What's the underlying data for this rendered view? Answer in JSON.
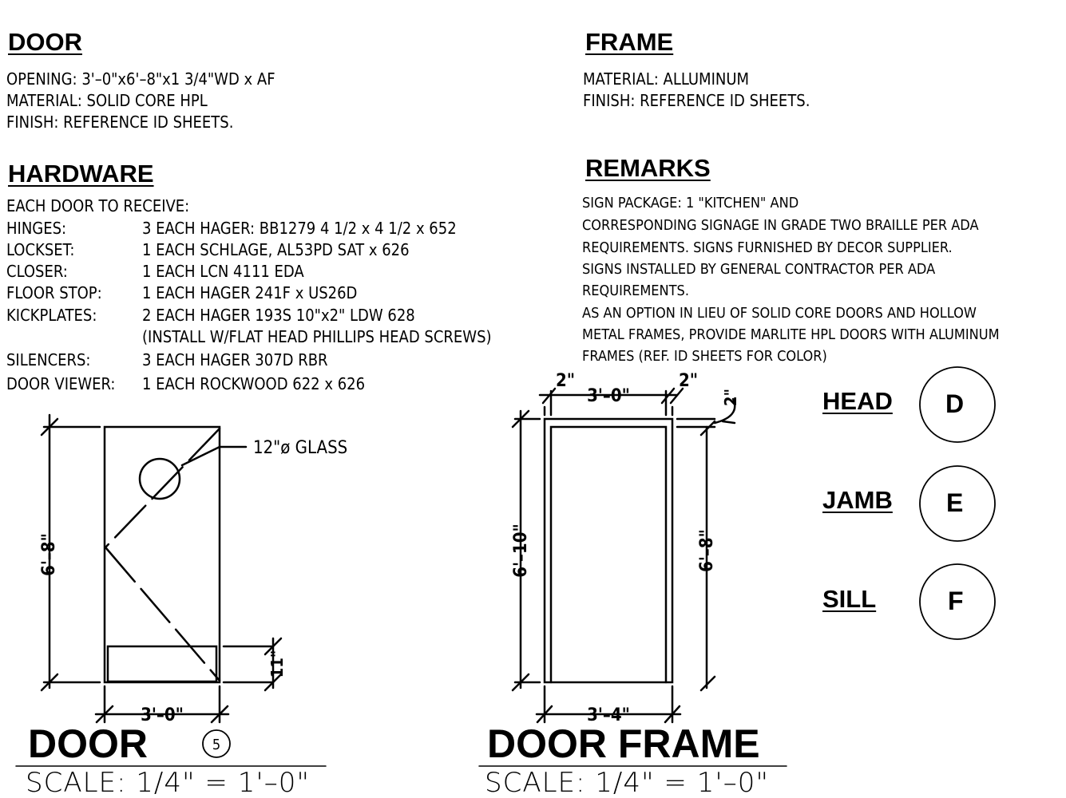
{
  "door": {
    "heading": "DOOR",
    "lines": [
      "OPENING:  3'–0\"x6'–8\"x1 3/4\"WD x AF",
      "MATERIAL: SOLID CORE HPL",
      "FINISH: REFERENCE ID SHEETS."
    ]
  },
  "frame": {
    "heading": "FRAME",
    "lines": [
      "MATERIAL: ALLUMINUM",
      "FINISH: REFERENCE ID SHEETS."
    ]
  },
  "hardware": {
    "heading": "HARDWARE",
    "intro": "EACH DOOR TO RECEIVE:",
    "items": [
      {
        "label": "HINGES:",
        "value": "3 EACH HAGER: BB1279 4 1/2 x 4 1/2 x 652"
      },
      {
        "label": "LOCKSET:",
        "value": "1 EACH SCHLAGE, AL53PD SAT x 626"
      },
      {
        "label": "CLOSER:",
        "value": "1 EACH LCN 4111 EDA"
      },
      {
        "label": "FLOOR STOP:",
        "value": "1 EACH HAGER 241F x US26D"
      },
      {
        "label": "KICKPLATES:",
        "value": "2 EACH HAGER 193S 10\"x2\" LDW 628"
      },
      {
        "label": "",
        "value": "(INSTALL W/FLAT HEAD PHILLIPS HEAD SCREWS)"
      },
      {
        "label": "SILENCERS:",
        "value": "3 EACH HAGER 307D RBR"
      },
      {
        "label": "DOOR VIEWER:",
        "value": "1 EACH ROCKWOOD 622 x 626"
      }
    ]
  },
  "remarks": {
    "heading": "REMARKS",
    "lines": [
      "SIGN PACKAGE: 1 \"KITCHEN\" AND",
      "CORRESPONDING SIGNAGE IN GRADE TWO BRAILLE PER ADA",
      "REQUIREMENTS.  SIGNS FURNISHED BY DECOR SUPPLIER.",
      "SIGNS INSTALLED BY GENERAL CONTRACTOR PER ADA",
      "REQUIREMENTS.",
      "AS AN OPTION IN LIEU OF SOLID CORE DOORS AND HOLLOW",
      "METAL FRAMES, PROVIDE MARLITE HPL DOORS WITH ALUMINUM",
      "FRAMES (REF. ID SHEETS FOR COLOR)"
    ]
  },
  "door_elevation": {
    "glass_note": "12\"ø GLASS",
    "height_dim": "6'–8\"",
    "width_dim": "3'–0\"",
    "kickplate_dim": "11\"",
    "title": "DOOR",
    "detail_number": "5",
    "scale": "SCALE:  1/4\" = 1'–0\""
  },
  "frame_elevation": {
    "jamb_left_dim": "2\"",
    "opening_dim": "3'–0\"",
    "jamb_right_dim": "2\"",
    "head_dim": "2\"",
    "overall_height_dim": "6'–10\"",
    "opening_height_dim": "6'–8\"",
    "overall_width_dim": "3'–4\"",
    "title": "DOOR FRAME",
    "scale": "SCALE:  1/4\" = 1'–0\""
  },
  "details": [
    {
      "label": "HEAD",
      "key": "D"
    },
    {
      "label": "JAMB",
      "key": "E"
    },
    {
      "label": "SILL",
      "key": "F"
    }
  ]
}
